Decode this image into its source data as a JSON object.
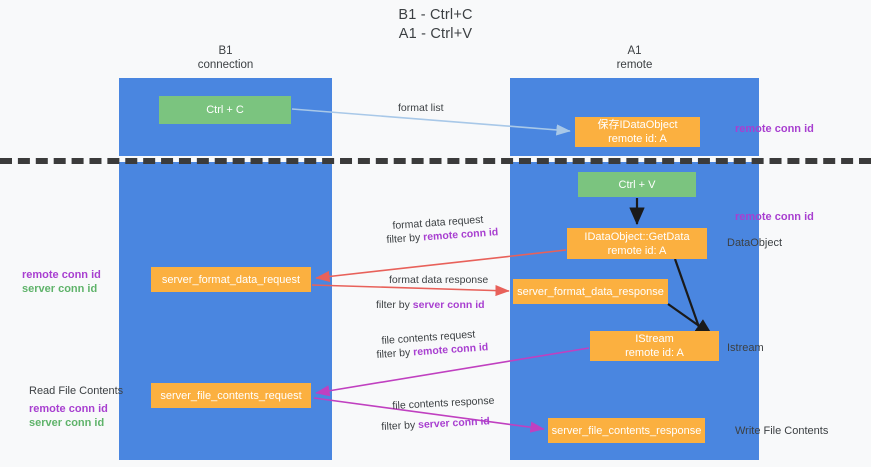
{
  "title": {
    "line1": "B1 - Ctrl+C",
    "line2": "A1 - Ctrl+V"
  },
  "columns": [
    {
      "name": "B1",
      "role": "connection"
    },
    {
      "name": "A1",
      "role": "remote"
    }
  ],
  "nodes": {
    "ctrl_c": {
      "label": "Ctrl + C",
      "color": "#7bc47f"
    },
    "save_idataobject": {
      "line1": "保存IDataObject",
      "line2": "remote id: A",
      "color": "#fbb040"
    },
    "ctrl_v": {
      "label": "Ctrl + V",
      "color": "#7bc47f"
    },
    "getdata": {
      "line1": "IDataObject::GetData",
      "line2": "remote id: A",
      "color": "#fbb040"
    },
    "server_format_data_request": {
      "label": "server_format_data_request",
      "color": "#fbb040"
    },
    "server_format_data_response": {
      "label": "server_format_data_response",
      "color": "#fbb040"
    },
    "istream": {
      "line1": "IStream",
      "line2": "remote id: A",
      "color": "#fbb040"
    },
    "server_file_contents_request": {
      "label": "server_file_contents_request",
      "color": "#fbb040"
    },
    "server_file_contents_response": {
      "label": "server_file_contents_response",
      "color": "#fbb040"
    }
  },
  "edge_labels": {
    "format_list": "format list",
    "format_data_request": "format data request",
    "format_data_request_filter_prefix": "filter by ",
    "format_data_request_filter_key": "remote conn id",
    "format_data_response": "format data response",
    "format_data_response_filter_prefix": "filter by ",
    "format_data_response_filter_key": "server conn id",
    "file_contents_request": "file contents request",
    "file_contents_request_filter_prefix": "filter by ",
    "file_contents_request_filter_key": "remote conn id",
    "file_contents_response": "file contents response",
    "file_contents_response_filter_prefix": "filter by ",
    "file_contents_response_filter_key": "server conn id"
  },
  "side_labels": {
    "right_remote_conn_id_top": "remote conn id",
    "right_remote_conn_id_mid": "remote conn id",
    "right_dataobject": "DataObject",
    "right_istream": "Istream",
    "right_write_file_contents": "Write File Contents",
    "left_remote_conn_id": "remote conn id",
    "left_server_conn_id": "server conn id",
    "left_read_file_contents": "Read File Contents",
    "left_remote_conn_id_2": "remote conn id",
    "left_server_conn_id_2": "server conn id"
  },
  "colors": {
    "lane": "#4a86e0",
    "green_node": "#7bc47f",
    "orange_node": "#fbb040",
    "purple_text": "#a83fd0",
    "green_text": "#5fb36a",
    "background": "#f8f9fa",
    "divider": "#3b3b3b",
    "arrow_format_list": "#a8c8e8",
    "arrow_format_data": "#e8615a",
    "arrow_file_contents": "#c040c0",
    "arrow_black": "#1a1a1a"
  }
}
